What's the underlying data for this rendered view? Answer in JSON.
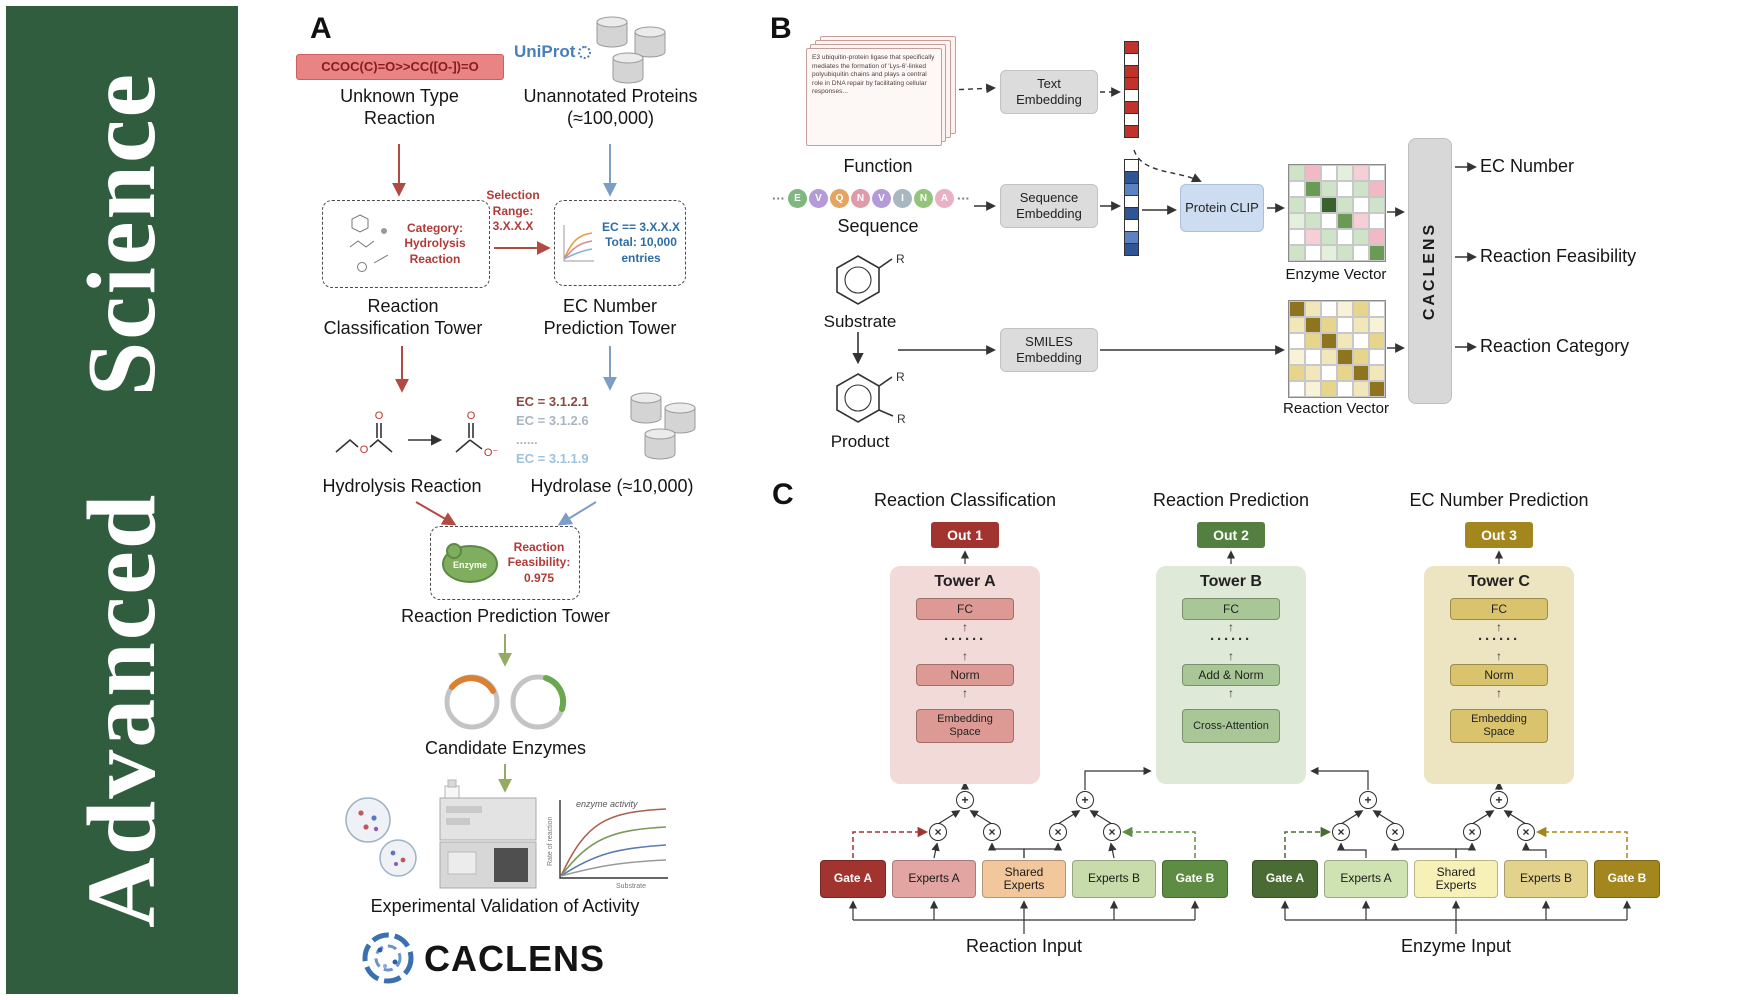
{
  "journal": {
    "name": "Advanced Science",
    "banner_bg": "#2f5d3d"
  },
  "glyphs": {
    "sum": "+",
    "mul": "×",
    "up": "↑",
    "dots": "······",
    "ellipsis": "···"
  },
  "panel_a": {
    "label": "A",
    "smiles": "CCOC(C)=O>>CC([O-])=O",
    "unknown_reaction": "Unknown Type Reaction",
    "uniprot": "UniProt",
    "unannotated_proteins": "Unannotated Proteins (≈100,000)",
    "category_lines": [
      "Category:",
      "Hydrolysis",
      "Reaction"
    ],
    "selection_lines": [
      "Selection",
      "Range:",
      "3.X.X.X"
    ],
    "ec_filter_lines": [
      "EC == 3.X.X.X",
      "Total: 10,000",
      "entries"
    ],
    "tower1": "Reaction Classification Tower",
    "tower2": "EC Number Prediction Tower",
    "hydrolysis_reaction": "Hydrolysis Reaction",
    "ec_items": [
      {
        "text": "EC = 3.1.2.1",
        "color": "#8a4a3c"
      },
      {
        "text": "EC = 3.1.2.6",
        "color": "#a9b6c2"
      },
      {
        "text": "......",
        "color": "#a9b6c2"
      },
      {
        "text": "EC = 3.1.1.9",
        "color": "#9cc2dd"
      }
    ],
    "hydrolase": "Hydrolase (≈10,000)",
    "enzyme": "Enzyme",
    "feasibility_lines": [
      "Reaction",
      "Feasibility:",
      "0.975"
    ],
    "tower3": "Reaction Prediction Tower",
    "candidate_enzymes": "Candidate Enzymes",
    "plot": {
      "title": "enzyme activity",
      "xlabel": "Substrate",
      "ylabel": "Rate of reaction"
    },
    "validation": "Experimental Validation of Activity",
    "logo": "CACLENS"
  },
  "panel_b": {
    "label": "B",
    "function_text": "E3 ubiquitin-protein ligase that specifically mediates the formation of 'Lys-6'-linked polyubiquitin chains and plays a central role in DNA repair by facilitating cellular responses...",
    "function": "Function",
    "sequence_letters": [
      {
        "letter": "E",
        "color": "#7fb77f"
      },
      {
        "letter": "V",
        "color": "#b49bd8"
      },
      {
        "letter": "Q",
        "color": "#e5a45f"
      },
      {
        "letter": "N",
        "color": "#e09baa"
      },
      {
        "letter": "V",
        "color": "#b49bd8"
      },
      {
        "letter": "I",
        "color": "#a9b7c0"
      },
      {
        "letter": "N",
        "color": "#93c47d"
      },
      {
        "letter": "A",
        "color": "#eab0c3"
      }
    ],
    "sequence": "Sequence",
    "substrate": "Substrate",
    "product": "Product",
    "r_label": "R",
    "text_embedding": "Text Embedding",
    "sequence_embedding": "Sequence Embedding",
    "smiles_embedding": "SMILES Embedding",
    "protein_clip": "Protein CLIP",
    "text_vector": [
      "#c0332b",
      "#ffffff",
      "#c0332b",
      "#c0332b",
      "#ffffff",
      "#c0332b",
      "#ffffff",
      "#c0332b"
    ],
    "seq_vector": [
      "#ffffff",
      "#2f5597",
      "#5b83c3",
      "#ffffff",
      "#2f5597",
      "#ffffff",
      "#5b83c3",
      "#2f5597"
    ],
    "enzyme_vector_label": "Enzyme Vector",
    "reaction_vector_label": "Reaction Vector",
    "enzyme_matrix": [
      [
        "#cfe3c8",
        "#f2b9c4",
        "#ffffff",
        "#e4efdc",
        "#f6ced6",
        "#ffffff"
      ],
      [
        "#ffffff",
        "#6b9a57",
        "#cfe3c8",
        "#ffffff",
        "#cfe3c8",
        "#f2b9c4"
      ],
      [
        "#cfe3c8",
        "#ffffff",
        "#39602f",
        "#cfe3c8",
        "#ffffff",
        "#cfe3c8"
      ],
      [
        "#e4efdc",
        "#cfe3c8",
        "#ffffff",
        "#6b9a57",
        "#f6ced6",
        "#ffffff"
      ],
      [
        "#ffffff",
        "#f6ced6",
        "#cfe3c8",
        "#ffffff",
        "#cfe3c8",
        "#f2b9c4"
      ],
      [
        "#cfe3c8",
        "#ffffff",
        "#e4efdc",
        "#cfe3c8",
        "#ffffff",
        "#6b9a57"
      ]
    ],
    "reaction_matrix": [
      [
        "#8f7420",
        "#f1e7bb",
        "#ffffff",
        "#f8f2d8",
        "#e7d58c",
        "#ffffff"
      ],
      [
        "#f1e7bb",
        "#8f7420",
        "#e7d58c",
        "#ffffff",
        "#f1e7bb",
        "#f8f2d8"
      ],
      [
        "#ffffff",
        "#e7d58c",
        "#8f7420",
        "#f1e7bb",
        "#ffffff",
        "#e7d58c"
      ],
      [
        "#f8f2d8",
        "#ffffff",
        "#f1e7bb",
        "#8f7420",
        "#e7d58c",
        "#ffffff"
      ],
      [
        "#e7d58c",
        "#f1e7bb",
        "#ffffff",
        "#e7d58c",
        "#8f7420",
        "#f1e7bb"
      ],
      [
        "#ffffff",
        "#f8f2d8",
        "#e7d58c",
        "#ffffff",
        "#f1e7bb",
        "#8f7420"
      ]
    ],
    "caclens": "CACLENS",
    "outputs": [
      "EC Number",
      "Reaction Feasibility",
      "Reaction Category"
    ]
  },
  "panel_c": {
    "label": "C",
    "titles": [
      "Reaction Classification",
      "Reaction Prediction",
      "EC Number Prediction"
    ],
    "outs": [
      {
        "text": "Out 1",
        "bg": "#a23430"
      },
      {
        "text": "Out 2",
        "bg": "#53803f"
      },
      {
        "text": "Out 3",
        "bg": "#a3871e"
      }
    ],
    "towers": [
      {
        "title": "Tower A",
        "bg": "#f1dad8",
        "block_bg": "#dd9a94",
        "fc": "FC",
        "mid": "Norm",
        "bottom": "Embedding Space"
      },
      {
        "title": "Tower B",
        "bg": "#dfe9d8",
        "block_bg": "#a9c796",
        "fc": "FC",
        "mid": "Add & Norm",
        "bottom": "Cross-Attention"
      },
      {
        "title": "Tower C",
        "bg": "#ede4c2",
        "block_bg": "#d9c36d",
        "fc": "FC",
        "mid": "Norm",
        "bottom": "Embedding Space"
      }
    ],
    "reaction_gates": [
      {
        "text": "Gate A",
        "bg": "#a23430",
        "fg": "#ffffff"
      },
      {
        "text": "Experts A",
        "bg": "#e2a5a1",
        "fg": "#1a1a1a"
      },
      {
        "text": "Shared Experts",
        "bg": "#f2c79c",
        "fg": "#1a1a1a"
      },
      {
        "text": "Experts B",
        "bg": "#c8dcab",
        "fg": "#1a1a1a"
      },
      {
        "text": "Gate B",
        "bg": "#5e8c42",
        "fg": "#ffffff"
      }
    ],
    "enzyme_gates": [
      {
        "text": "Gate A",
        "bg": "#4a6b33",
        "fg": "#ffffff"
      },
      {
        "text": "Experts A",
        "bg": "#cfe2b2",
        "fg": "#1a1a1a"
      },
      {
        "text": "Shared Experts",
        "bg": "#f8f1b7",
        "fg": "#1a1a1a"
      },
      {
        "text": "Experts B",
        "bg": "#e2d28c",
        "fg": "#1a1a1a"
      },
      {
        "text": "Gate B",
        "bg": "#a3871e",
        "fg": "#ffffff"
      }
    ],
    "reaction_input": "Reaction Input",
    "enzyme_input": "Enzyme Input"
  }
}
